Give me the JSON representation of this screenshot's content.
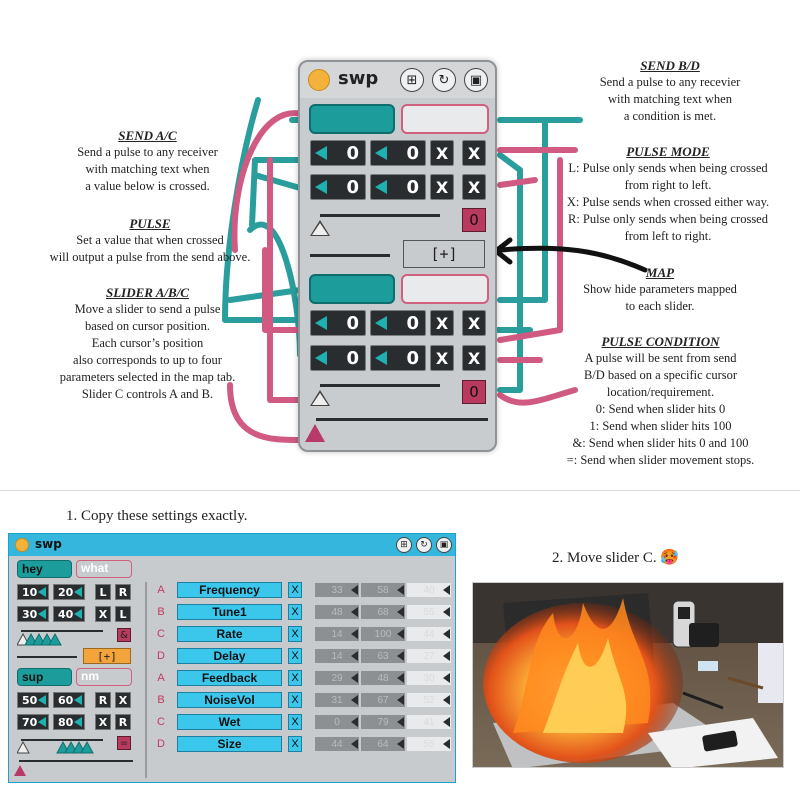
{
  "device_top": {
    "title": "swp",
    "icons": [
      "loop-icon",
      "refresh-icon",
      "save-icon"
    ],
    "num_rows": [
      [
        "0",
        "0",
        "X",
        "X"
      ],
      [
        "0",
        "0",
        "X",
        "X"
      ],
      [
        "0",
        "0",
        "X",
        "X"
      ],
      [
        "0",
        "0",
        "X",
        "X"
      ]
    ],
    "condition_1": "0",
    "condition_2": "0",
    "map_button": "[+]"
  },
  "annotations": {
    "send_ac": {
      "title": "SEND A/C",
      "lines": [
        "Send a pulse to any receiver",
        "with matching text when",
        "a value below is crossed."
      ]
    },
    "pulse": {
      "title": "PULSE",
      "lines": [
        "Set a value that when crossed",
        "will output a pulse from the send above."
      ]
    },
    "slider_abc": {
      "title": "SLIDER A/B/C",
      "lines": [
        "Move a slider to send a pulse",
        "based on cursor position.",
        "Each cursor’s position",
        "also corresponds to up to four",
        "parameters selected in the map tab.",
        "Slider C controls A and B."
      ]
    },
    "send_bd": {
      "title": "SEND B/D",
      "lines": [
        "Send a pulse to any recevier",
        "with matching text when",
        "a condition is met."
      ]
    },
    "pulse_mode": {
      "title": "PULSE MODE",
      "lines": [
        "L: Pulse only sends when being crossed",
        "from right to left.",
        "X: Pulse sends when crossed either way.",
        "R: Pulse only sends when being crossed",
        "from left to right."
      ]
    },
    "map": {
      "title": "MAP",
      "lines": [
        "Show hide parameters mapped",
        "to each slider."
      ]
    },
    "pulse_condition": {
      "title": "PULSE CONDITION",
      "lines": [
        "A pulse will be sent from send",
        "B/D based on a specific cursor",
        "location/requirement.",
        "0: Send when slider hits 0",
        "1: Send when slider hits 100",
        "&: Send when slider hits 0 and 100",
        "=: Send when slider movement stops."
      ]
    }
  },
  "instructions": {
    "step1": "1. Copy these settings exactly.",
    "step2": "2. Move slider C. 🥵"
  },
  "device_bottom": {
    "title": "swp",
    "send_a": "hey",
    "send_b": "what",
    "row1": [
      "10",
      "20",
      "L",
      "R"
    ],
    "row2": [
      "30",
      "40",
      "X",
      "L"
    ],
    "cond1": "&",
    "map_button": "[+]",
    "send_c": "sup",
    "send_d": "nm",
    "row3": [
      "50",
      "60",
      "R",
      "X"
    ],
    "row4": [
      "70",
      "80",
      "X",
      "R"
    ],
    "cond2": "=",
    "params": [
      {
        "letter": "A",
        "name": "Frequency",
        "x": "X",
        "min": "33",
        "max": "58",
        "val": "40"
      },
      {
        "letter": "B",
        "name": "Tune1",
        "x": "X",
        "min": "48",
        "max": "68",
        "val": "55"
      },
      {
        "letter": "C",
        "name": "Rate",
        "x": "X",
        "min": "14",
        "max": "100",
        "val": "44"
      },
      {
        "letter": "D",
        "name": "Delay",
        "x": "X",
        "min": "14",
        "max": "63",
        "val": "27"
      },
      {
        "letter": "A",
        "name": "Feedback",
        "x": "X",
        "min": "29",
        "max": "48",
        "val": "30"
      },
      {
        "letter": "B",
        "name": "NoiseVol",
        "x": "X",
        "min": "31",
        "max": "67",
        "val": "52"
      },
      {
        "letter": "C",
        "name": "Wet",
        "x": "X",
        "min": "0",
        "max": "79",
        "val": "41"
      },
      {
        "letter": "D",
        "name": "Size",
        "x": "X",
        "min": "44",
        "max": "64",
        "val": "55"
      }
    ]
  },
  "colors": {
    "teal": "#1d9c9c",
    "pink": "#d0607e",
    "cyan": "#3bc7ec",
    "orange": "#f3a53c"
  }
}
